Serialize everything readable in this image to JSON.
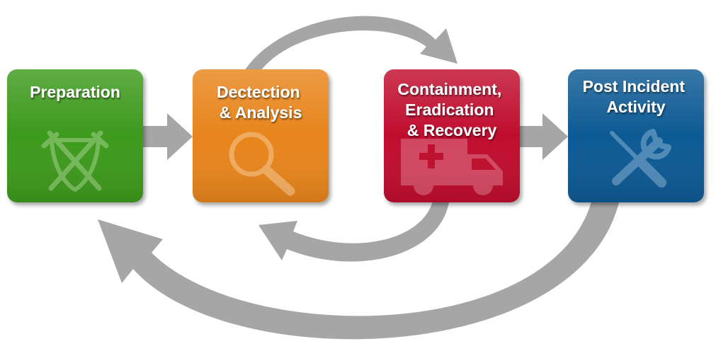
{
  "stages": [
    {
      "id": "preparation",
      "lines": [
        "Preparation"
      ],
      "color": "#3d9a1c",
      "icon": "crossed-swords-shield-icon"
    },
    {
      "id": "detection",
      "lines": [
        "Dectection",
        "& Analysis"
      ],
      "color": "#e8851e",
      "icon": "magnifier-icon"
    },
    {
      "id": "containment",
      "lines": [
        "Containment,",
        "Eradication",
        "& Recovery"
      ],
      "color": "#c0102f",
      "icon": "ambulance-icon"
    },
    {
      "id": "post-incident",
      "lines": [
        "Post Incident",
        "Activity"
      ],
      "color": "#0c5a94",
      "icon": "wrench-screwdriver-icon"
    }
  ],
  "arrow_color": "#a6a6a6"
}
